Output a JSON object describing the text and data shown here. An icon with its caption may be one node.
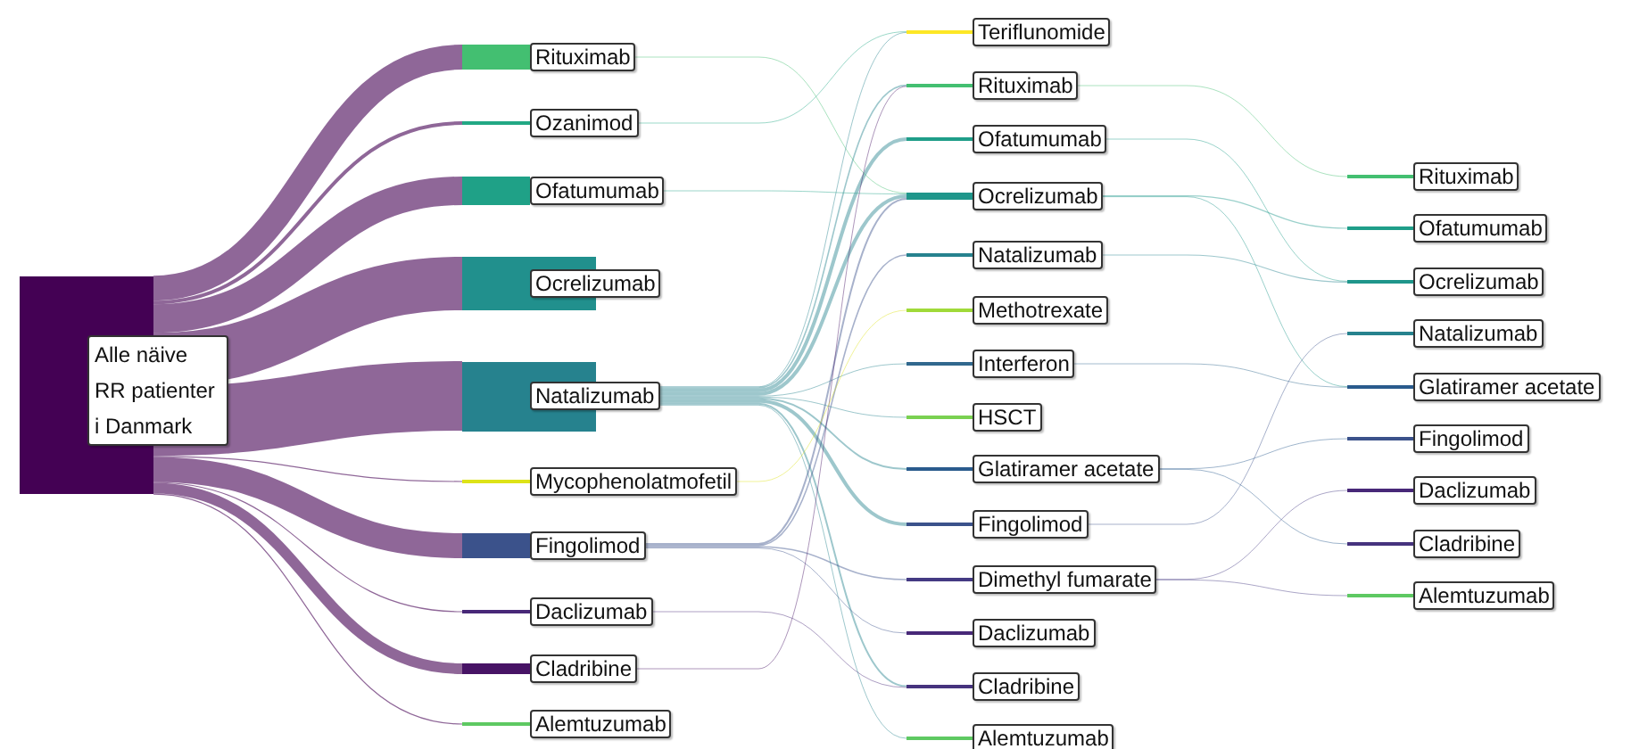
{
  "diagram": {
    "nodes": [
      {
        "text": [
          "Alle näive RR patienter i Danmark"
        ]
      },
      {
        "text": [
          "Rituximab"
        ]
      },
      {
        "text": [
          "Ozanimod"
        ]
      },
      {
        "text": [
          "Ofatumumab"
        ]
      },
      {
        "text": [
          "Ocrelizumab"
        ]
      },
      {
        "text": [
          "Natalizumab"
        ]
      },
      {
        "text": [
          "Mycophenolatmofetil"
        ]
      },
      {
        "text": [
          "Fingolimod"
        ]
      },
      {
        "text": [
          "Daclizumab"
        ]
      },
      {
        "text": [
          "Cladribine"
        ]
      },
      {
        "text": [
          "Alemtuzumab"
        ]
      },
      {
        "text": [
          "Teriflunomide"
        ]
      },
      {
        "text": [
          "Rituximab"
        ]
      },
      {
        "text": [
          "Ofatumumab"
        ]
      },
      {
        "text": [
          "Ocrelizumab"
        ]
      },
      {
        "text": [
          "Natalizumab"
        ]
      },
      {
        "text": [
          "Methotrexate"
        ]
      },
      {
        "text": [
          "Interferon"
        ]
      },
      {
        "text": [
          "HSCT"
        ]
      },
      {
        "text": [
          "Glatiramer acetate"
        ]
      },
      {
        "text": [
          "Fingolimod"
        ]
      },
      {
        "text": [
          "Dimethyl fumarate"
        ]
      },
      {
        "text": [
          "Daclizumab"
        ]
      },
      {
        "text": [
          "Cladribine"
        ]
      },
      {
        "text": [
          "Alemtuzumab"
        ]
      },
      {
        "text": [
          "Rituximab"
        ]
      },
      {
        "text": [
          "Ofatumumab"
        ]
      },
      {
        "text": [
          "Ocrelizumab"
        ]
      },
      {
        "text": [
          "Natalizumab"
        ]
      },
      {
        "text": [
          "Glatiramer acetate"
        ]
      },
      {
        "text": [
          "Fingolimod"
        ]
      },
      {
        "text": [
          "Daclizumab"
        ]
      },
      {
        "text": [
          "Cladribine"
        ]
      },
      {
        "text": [
          "Alemtuzumab"
        ]
      }
    ],
    "edges": [
      {
        "from": 0,
        "to": 1,
        "arrow": "none",
        "style": "thick",
        "color": "#440154"
      },
      {
        "from": 0,
        "to": 2,
        "arrow": "none",
        "color": "#440154"
      },
      {
        "from": 0,
        "to": 3,
        "arrow": "none",
        "style": "thick",
        "color": "#440154"
      },
      {
        "from": 0,
        "to": 4,
        "arrow": "none",
        "style": "thick",
        "color": "#440154"
      },
      {
        "from": 0,
        "to": 5,
        "arrow": "none",
        "style": "thick",
        "color": "#440154"
      },
      {
        "from": 0,
        "to": 6,
        "arrow": "none",
        "color": "#440154"
      },
      {
        "from": 0,
        "to": 7,
        "arrow": "none",
        "style": "thick",
        "color": "#440154"
      },
      {
        "from": 0,
        "to": 8,
        "arrow": "none",
        "color": "#440154"
      },
      {
        "from": 0,
        "to": 9,
        "arrow": "none",
        "style": "thick",
        "color": "#440154"
      },
      {
        "from": 0,
        "to": 10,
        "arrow": "none",
        "color": "#440154"
      },
      {
        "from": 5,
        "to": 14,
        "arrow": "none"
      },
      {
        "from": 5,
        "to": 13,
        "arrow": "none"
      },
      {
        "from": 5,
        "to": 20,
        "arrow": "none"
      },
      {
        "from": 5,
        "to": 19,
        "arrow": "none"
      },
      {
        "from": 5,
        "to": 23,
        "arrow": "none"
      },
      {
        "from": 5,
        "to": 12,
        "arrow": "none"
      },
      {
        "from": 5,
        "to": 17,
        "arrow": "none"
      },
      {
        "from": 7,
        "to": 14,
        "arrow": "none"
      },
      {
        "from": 7,
        "to": 15,
        "arrow": "none"
      },
      {
        "from": 7,
        "to": 21,
        "arrow": "none"
      },
      {
        "from": 5,
        "to": 24,
        "arrow": "none"
      },
      {
        "from": 5,
        "to": 11,
        "arrow": "none"
      },
      {
        "from": 1,
        "to": 14,
        "arrow": "none"
      },
      {
        "from": 5,
        "to": 18,
        "arrow": "none"
      },
      {
        "from": 3,
        "to": 14,
        "arrow": "none"
      },
      {
        "from": 7,
        "to": 22,
        "arrow": "none"
      },
      {
        "from": 2,
        "to": 11,
        "arrow": "none"
      },
      {
        "from": 9,
        "to": 12,
        "arrow": "none",
        "color": "#471365"
      },
      {
        "from": 6,
        "to": 16,
        "arrow": "none",
        "color": "#dde318"
      },
      {
        "from": 8,
        "to": 23,
        "arrow": "none"
      },
      {
        "from": 14,
        "to": 26,
        "arrow": "none"
      },
      {
        "from": 15,
        "to": 27,
        "arrow": "none"
      },
      {
        "from": 13,
        "to": 27,
        "arrow": "none"
      },
      {
        "from": 17,
        "to": 29,
        "arrow": "none"
      },
      {
        "from": 19,
        "to": 30,
        "arrow": "none"
      },
      {
        "from": 20,
        "to": 28,
        "arrow": "none"
      },
      {
        "from": 21,
        "to": 33,
        "arrow": "none"
      },
      {
        "from": 19,
        "to": 32,
        "arrow": "none"
      },
      {
        "from": 21,
        "to": 31,
        "arrow": "none"
      },
      {
        "from": 12,
        "to": 25,
        "arrow": "none"
      },
      {
        "from": 14,
        "to": 29,
        "arrow": "none"
      }
    ]
  }
}
